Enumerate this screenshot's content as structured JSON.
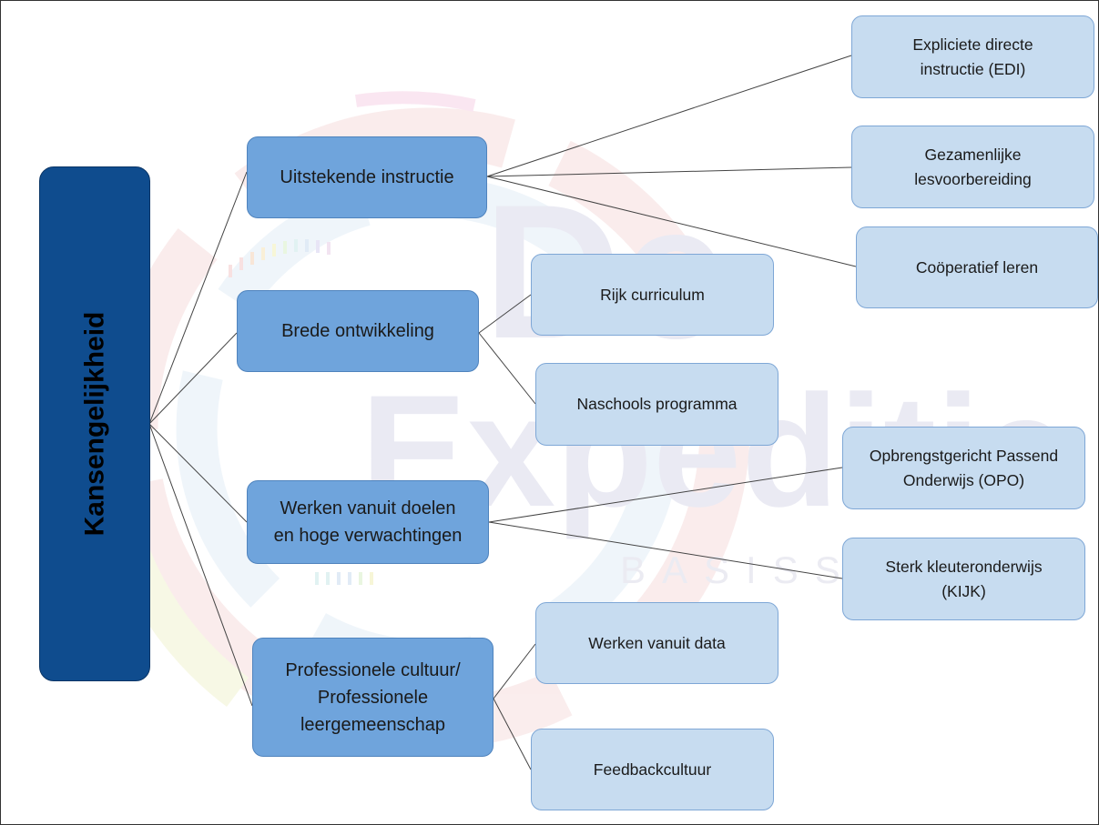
{
  "diagram": {
    "root": {
      "label": "Kansengelijkheid"
    },
    "branches": [
      {
        "label": "Uitstekende instructie",
        "children": [
          {
            "label": "Expliciete directe\ninstructie (EDI)"
          },
          {
            "label": "Gezamenlijke\nlesvoorbereiding"
          },
          {
            "label": "Coöperatief leren"
          }
        ]
      },
      {
        "label": "Brede ontwikkeling",
        "children": [
          {
            "label": "Rijk curriculum"
          },
          {
            "label": "Naschools programma"
          }
        ]
      },
      {
        "label": "Werken vanuit doelen\nen hoge verwachtingen",
        "children": [
          {
            "label": "Opbrengstgericht Passend\nOnderwijs (OPO)"
          },
          {
            "label": "Sterk kleuteronderwijs\n(KIJK)"
          }
        ]
      },
      {
        "label": "Professionele cultuur/\nProfessionele\nleergemeenschap",
        "children": [
          {
            "label": "Werken vanuit data"
          },
          {
            "label": "Feedbackcultuur"
          }
        ]
      }
    ]
  },
  "watermark": {
    "line1": "De",
    "line2": "Expeditie",
    "line3": "BASISS"
  }
}
